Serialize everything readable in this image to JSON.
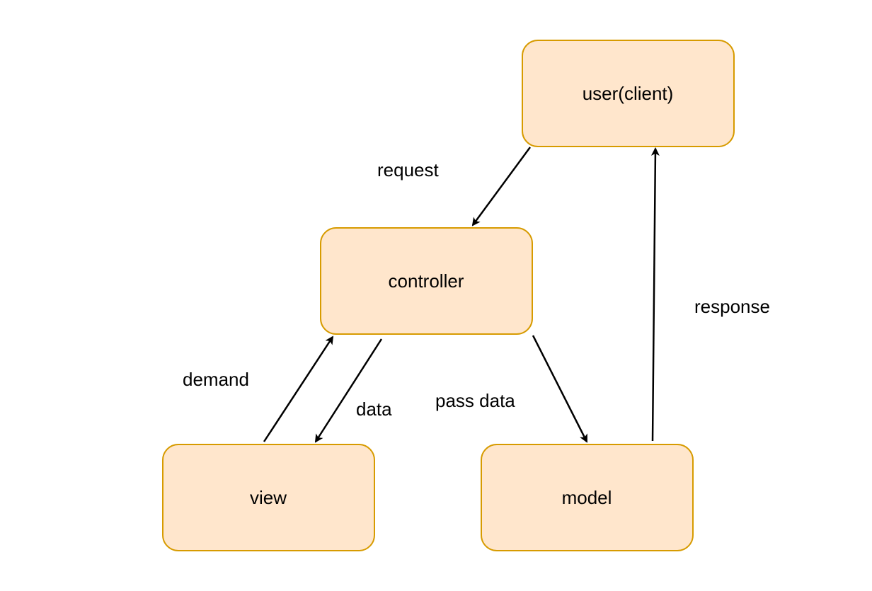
{
  "diagram": {
    "nodes": {
      "user": {
        "label": "user(client)"
      },
      "controller": {
        "label": "controller"
      },
      "view": {
        "label": "view"
      },
      "model": {
        "label": "model"
      }
    },
    "edges": {
      "request": {
        "label": "request",
        "from": "user",
        "to": "controller"
      },
      "demand": {
        "label": "demand",
        "from": "view",
        "to": "controller"
      },
      "data": {
        "label": "data",
        "from": "controller",
        "to": "view"
      },
      "pass_data": {
        "label": "pass data",
        "from": "controller",
        "to": "model"
      },
      "response": {
        "label": "response",
        "from": "model",
        "to": "user"
      }
    },
    "colors": {
      "node_fill": "#ffe6cc",
      "node_stroke": "#d79b00",
      "arrow": "#000000"
    }
  }
}
